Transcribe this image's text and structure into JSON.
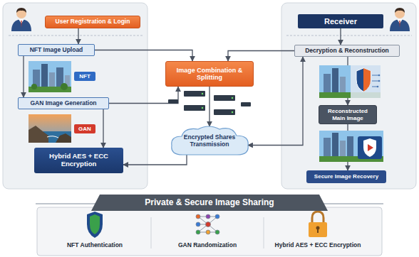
{
  "diagram": {
    "nodes": [
      {
        "text": [
          "User Registration & Login"
        ]
      },
      {
        "text": [
          "NFT Image Upload"
        ]
      },
      {
        "text": [
          "NFT"
        ]
      },
      {
        "text": [
          "GAN Image Generation"
        ]
      },
      {
        "text": [
          "GAN"
        ]
      },
      {
        "text": [
          "Hybrid AES + ECC Encryption"
        ]
      },
      {
        "text": [
          "Image Combination & Splitting"
        ]
      },
      {
        "text": [
          "Encrypted Shares Transmission"
        ]
      },
      {
        "text": [
          "Receiver"
        ]
      },
      {
        "text": [
          "Decryption & Reconstruction"
        ]
      },
      {
        "text": [
          "Reconstructed Main Image"
        ]
      },
      {
        "text": [
          "Secure Image Recovery"
        ]
      },
      {
        "text": [
          "Private & Secure Image Sharing"
        ]
      }
    ],
    "edges": [
      {
        "from": 0,
        "to": 1,
        "arrow": "to"
      },
      {
        "from": 1,
        "to": 3,
        "arrow": "to"
      },
      {
        "from": 1,
        "to": 6,
        "arrow": "to"
      },
      {
        "from": 3,
        "to": 6,
        "arrow": "to"
      },
      {
        "from": 3,
        "to": 5,
        "arrow": "to"
      },
      {
        "from": 6,
        "to": 7,
        "arrow": "to"
      },
      {
        "from": 7,
        "to": 5,
        "arrow": "to"
      },
      {
        "from": 7,
        "to": 9,
        "arrow": "both"
      },
      {
        "from": 9,
        "to": 6,
        "arrow": "to"
      },
      {
        "from": 8,
        "to": 9,
        "arrow": "to"
      },
      {
        "from": 9,
        "to": 10,
        "arrow": "to"
      },
      {
        "from": 10,
        "to": 11,
        "arrow": "to"
      }
    ],
    "labels": [
      "NFT Authentication",
      "GAN Randomization",
      "Hybrid AES + ECC Encryption"
    ]
  }
}
